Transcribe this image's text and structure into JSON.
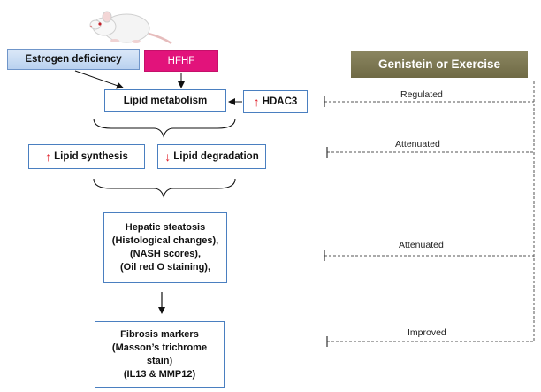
{
  "nodes": {
    "estrogen": "Estrogen deficiency",
    "hfhf": "HFHF",
    "lipid_metabolism": "Lipid metabolism",
    "hdac3": "HDAC3",
    "lipid_synthesis": "Lipid synthesis",
    "lipid_degradation": "Lipid degradation",
    "steatosis_lines": [
      "Hepatic steatosis",
      "(Histological changes),",
      "(NASH scores),",
      "(Oil red O staining),"
    ],
    "fibrosis_lines": [
      "Fibrosis markers",
      "(Masson’s trichrome",
      "stain)",
      "(IL13 & MMP12)"
    ],
    "treatment": "Genistein or Exercise"
  },
  "effects": {
    "regulated": "Regulated",
    "attenuated_1": "Attenuated",
    "attenuated_2": "Attenuated",
    "improved": "Improved"
  },
  "icons": {
    "up_arrow": "↑",
    "down_arrow": "↓"
  },
  "colors": {
    "hfhf": "#e2137b",
    "treatment": "#7a7550",
    "box_border": "#4a7fc0",
    "arrow_red": "#e0202a"
  }
}
